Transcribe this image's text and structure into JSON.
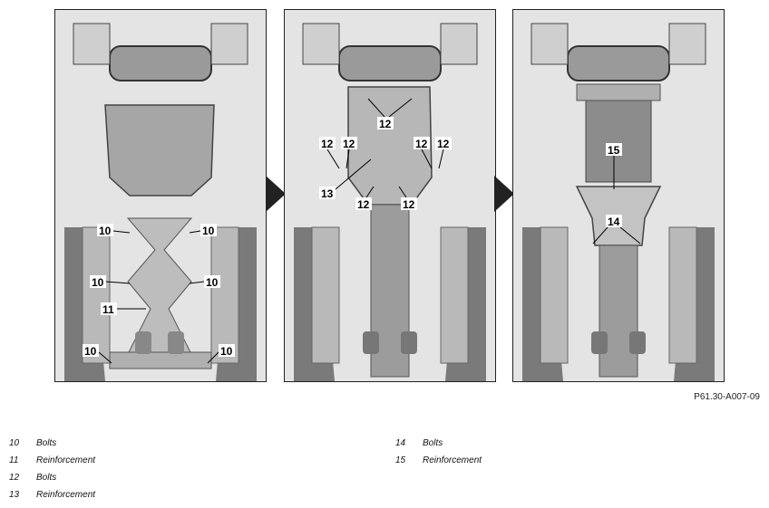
{
  "figure": {
    "reference": "P61.30-A007-09",
    "panel1_callouts": [
      "10",
      "10",
      "10",
      "10",
      "11",
      "10",
      "10"
    ],
    "panel2_callouts": [
      "12",
      "12",
      "12",
      "12",
      "12",
      "13",
      "12",
      "12"
    ],
    "panel3_callouts": [
      "15",
      "14"
    ]
  },
  "legend": {
    "left": [
      {
        "num": "10",
        "text": "Bolts"
      },
      {
        "num": "11",
        "text": "Reinforcement"
      },
      {
        "num": "12",
        "text": "Bolts"
      },
      {
        "num": "13",
        "text": "Reinforcement"
      }
    ],
    "right": [
      {
        "num": "14",
        "text": "Bolts"
      },
      {
        "num": "15",
        "text": "Reinforcement"
      }
    ]
  },
  "colors": {
    "body": "#d9d9d9",
    "dark_part": "#555555",
    "highlight": "#bfbfbf",
    "arrow": "#222222"
  }
}
